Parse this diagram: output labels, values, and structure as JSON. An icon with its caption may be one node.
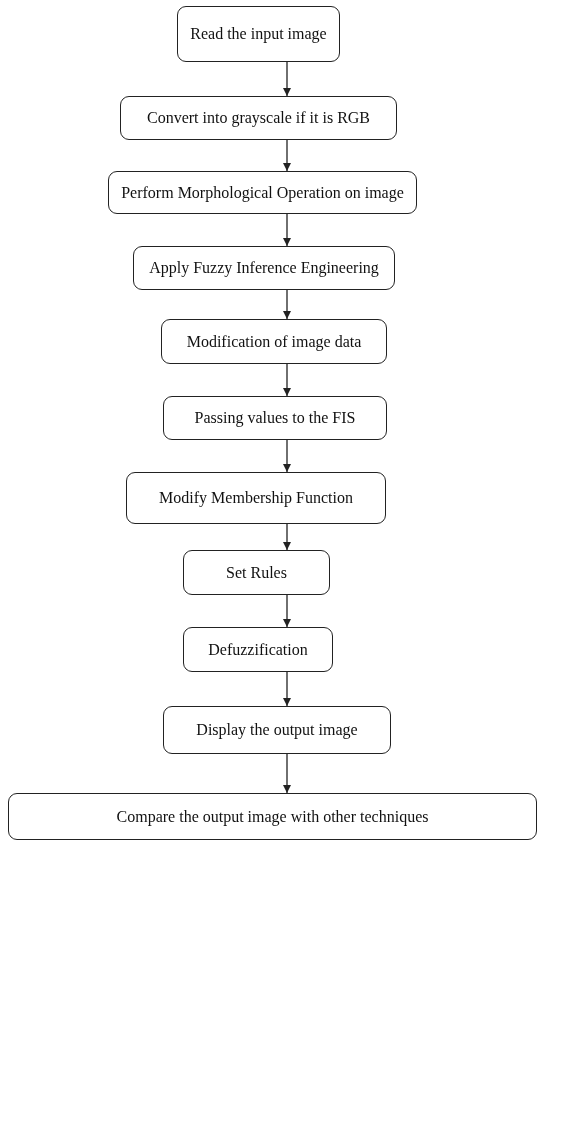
{
  "diagram": {
    "nodes": [
      {
        "text": [
          "Read the input image"
        ]
      },
      {
        "text": [
          "Convert into grayscale if it is RGB"
        ]
      },
      {
        "text": [
          "Perform Morphological Operation on image"
        ]
      },
      {
        "text": [
          "Apply Fuzzy Inference Engineering"
        ]
      },
      {
        "text": [
          "Modification of image data"
        ]
      },
      {
        "text": [
          "Passing values to the FIS"
        ]
      },
      {
        "text": [
          "Modify Membership Function"
        ]
      },
      {
        "text": [
          "Set Rules"
        ]
      },
      {
        "text": [
          "Defuzzification"
        ]
      },
      {
        "text": [
          "Display the output image"
        ]
      },
      {
        "text": [
          "Compare the output image with other techniques"
        ]
      }
    ],
    "edges": [
      {
        "from": 0,
        "to": 1,
        "arrow": "to"
      },
      {
        "from": 1,
        "to": 2,
        "arrow": "to"
      },
      {
        "from": 2,
        "to": 3,
        "arrow": "to"
      },
      {
        "from": 3,
        "to": 4,
        "arrow": "to"
      },
      {
        "from": 4,
        "to": 5,
        "arrow": "to"
      },
      {
        "from": 5,
        "to": 6,
        "arrow": "to"
      },
      {
        "from": 6,
        "to": 7,
        "arrow": "to"
      },
      {
        "from": 7,
        "to": 8,
        "arrow": "to"
      },
      {
        "from": 8,
        "to": 9,
        "arrow": "to"
      },
      {
        "from": 9,
        "to": 10,
        "arrow": "to"
      }
    ]
  }
}
